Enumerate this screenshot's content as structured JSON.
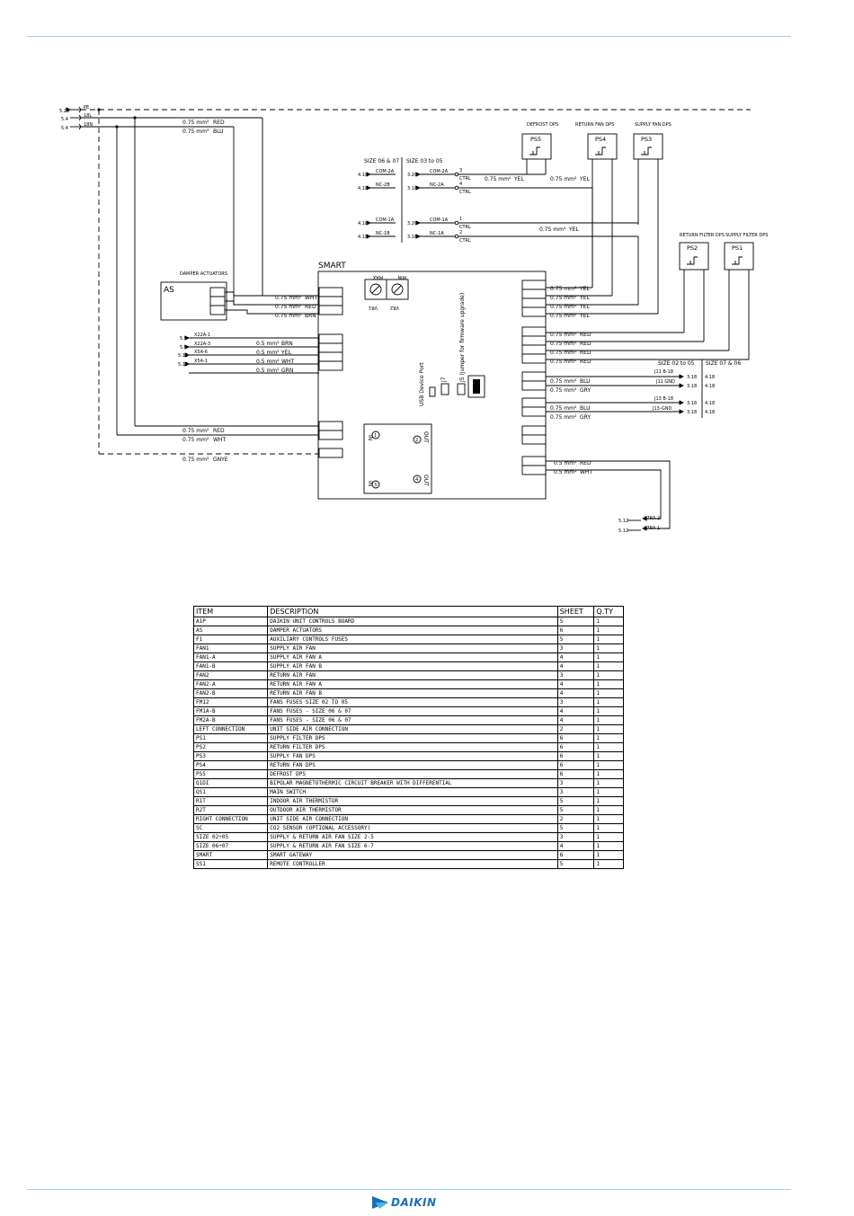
{
  "diagram": {
    "supply_labels": [
      {
        "ref": "5.20",
        "wire": "PE"
      },
      {
        "ref": "5.4",
        "wire": "18L"
      },
      {
        "ref": "5.4",
        "wire": "18N"
      }
    ],
    "top_wires": [
      {
        "size": "0.75 mm²",
        "color": "RED"
      },
      {
        "size": "0.75 mm²",
        "color": "BLU"
      }
    ],
    "dps": [
      {
        "header": "DEFROST DPS",
        "tag": "PS5"
      },
      {
        "header": "RETURN FAN DPS",
        "tag": "PS4"
      },
      {
        "header": "SUPPLY FAN DPS",
        "tag": "PS3"
      },
      {
        "header": "RETURN FILTER DPS",
        "tag": "PS2"
      },
      {
        "header": "SUPPLY FILTER DPS",
        "tag": "PS1"
      }
    ],
    "size_header_left": "SIZE 06 & 07",
    "size_header_right": "SIZE 03 to 05",
    "ctrl_rows": [
      {
        "ref_l": "4.18",
        "name_l": "COM-2A",
        "ref_r": "3.20",
        "name_r": "COM-2A",
        "pin": "3",
        "ctrl": "CTRL"
      },
      {
        "ref_l": "4.18",
        "name_l": "NC-2B",
        "ref_r": "3.18",
        "name_r": "NC-2A",
        "pin": "4",
        "ctrl": "CTRL"
      },
      {
        "ref_l": "4.18",
        "name_l": "COM-1A",
        "ref_r": "3.20",
        "name_r": "COM-1A",
        "pin": "1",
        "ctrl": "CTRL"
      },
      {
        "ref_l": "4.18",
        "name_l": "NC-1B",
        "ref_r": "3.18",
        "name_r": "NC-1A",
        "pin": "2",
        "ctrl": "CTRL"
      }
    ],
    "ctrl_wires": [
      {
        "size": "0.75 mm²",
        "color": "YEL"
      },
      {
        "size": "0.75 mm²",
        "color": "YEL"
      },
      {
        "size": "0.75 mm²",
        "color": "YEL"
      }
    ],
    "damper_title": "DAMPER ACTUATORS",
    "as_label": "AS",
    "as_wires": [
      {
        "size": "0.75 mm²",
        "color": "WHT"
      },
      {
        "size": "0.75 mm²",
        "color": "RED"
      },
      {
        "size": "0.75 mm²",
        "color": "BRN"
      }
    ],
    "smart_label": "SMART",
    "vr1_label": "VR1",
    "vr2_label": "VR2",
    "max_label": "MAX",
    "min_label": "MIN",
    "usb_label": "USB Device Port",
    "j7_label": "J7",
    "j5_label": "J5 (Jumper for firmware upgrade)",
    "x_rows": [
      {
        "ref": "5.9",
        "name": "X22A-1",
        "size": "",
        "color": ""
      },
      {
        "ref": "5.9",
        "name": "X22A-3",
        "size": "0.5 mm²",
        "color": "BRN"
      },
      {
        "ref": "5.15",
        "name": "X5A-6",
        "size": "0.5 mm²",
        "color": "YEL"
      },
      {
        "ref": "5.15",
        "name": "X5A-1",
        "size": "0.5 mm²",
        "color": "WHT"
      },
      {
        "ref": "",
        "name": "",
        "size": "0.5 mm²",
        "color": "GRN"
      }
    ],
    "bottom_wires": [
      {
        "size": "0.75 mm²",
        "color": "RED"
      },
      {
        "size": "0.75 mm²",
        "color": "WHT"
      },
      {
        "size": "0.75 mm²",
        "color": "GNYE"
      }
    ],
    "io": {
      "in": "IN",
      "out": "OUT",
      "c1": "1",
      "c2": "2",
      "c3": "3",
      "c4": "4"
    },
    "right_wires": [
      {
        "size": "0.75 mm²",
        "color": "YEL"
      },
      {
        "size": "0.75 mm²",
        "color": "YEL"
      },
      {
        "size": "0.75 mm²",
        "color": "YEL"
      },
      {
        "size": "0.75 mm²",
        "color": "YEL"
      },
      {
        "size": "0.75 mm²",
        "color": "RED"
      },
      {
        "size": "0.75 mm²",
        "color": "RED"
      },
      {
        "size": "0.75 mm²",
        "color": "RED"
      },
      {
        "size": "0.75 mm²",
        "color": "RED"
      },
      {
        "size": "0.75 mm²",
        "color": "BLU"
      },
      {
        "size": "0.75 mm²",
        "color": "GRY"
      },
      {
        "size": "0.75 mm²",
        "color": "BLU"
      },
      {
        "size": "0.75 mm²",
        "color": "GRY"
      },
      {
        "size": "0.5 mm²",
        "color": "RED"
      },
      {
        "size": "0.5 mm²",
        "color": "WHT"
      }
    ],
    "size_right_a": "SIZE 02 to 05",
    "size_right_b": "SIZE 07 & 06",
    "j_rows": [
      {
        "name": "J11 B-18",
        "ref_a": "3.18",
        "ref_b": "4.18"
      },
      {
        "name": "J11 GND",
        "ref_a": "3.18",
        "ref_b": "4.18"
      },
      {
        "name": "J13 B-18",
        "ref_a": "3.18",
        "ref_b": "4.18"
      },
      {
        "name": "J13-GND",
        "ref_a": "3.18",
        "ref_b": "4.18"
      }
    ],
    "xtra_rows": [
      {
        "ref": "5.12",
        "name": "X7RA-2"
      },
      {
        "ref": "5.12",
        "name": "X7RA-1"
      }
    ]
  },
  "legend": {
    "headers": [
      "ITEM",
      "DESCRIPTION",
      "SHEET",
      "Q.TY"
    ],
    "rows": [
      [
        "A1P",
        "DAIKIN UNIT CONTROLS BOARD",
        "5",
        "1"
      ],
      [
        "AS",
        "DAMPER ACTUATORS",
        "6",
        "1"
      ],
      [
        "F1",
        "AUXILIARY CONTROLS FUSES",
        "5",
        "1"
      ],
      [
        "FAN1",
        "SUPPLY AIR FAN",
        "3",
        "1"
      ],
      [
        "FAN1-A",
        "SUPPLY AIR FAN A",
        "4",
        "1"
      ],
      [
        "FAN1-B",
        "SUPPLY AIR FAN B",
        "4",
        "1"
      ],
      [
        "FAN2",
        "RETURN AIR FAN",
        "3",
        "1"
      ],
      [
        "FAN2-A",
        "RETURN AIR FAN A",
        "4",
        "1"
      ],
      [
        "FAN2-B",
        "RETURN AIR FAN B",
        "4",
        "1"
      ],
      [
        "FM12",
        "FANS FUSES SIZE 02 TO 05",
        "3",
        "1"
      ],
      [
        "FM1A-B",
        "FANS FUSES - SIZE 06 & 07",
        "4",
        "1"
      ],
      [
        "FM2A-B",
        "FANS FUSES - SIZE 06 & 07",
        "4",
        "1"
      ],
      [
        "LEFT CONNECTION",
        "UNIT SIDE AIR CONNECTION",
        "2",
        "1"
      ],
      [
        "PS1",
        "SUPPLY FILTER DPS",
        "6",
        "1"
      ],
      [
        "PS2",
        "RETURN FILTER DPS",
        "6",
        "1"
      ],
      [
        "PS3",
        "SUPPLY FAN DPS",
        "6",
        "1"
      ],
      [
        "PS4",
        "RETURN FAN DPS",
        "6",
        "1"
      ],
      [
        "PS5",
        "DEFROST DPS",
        "6",
        "1"
      ],
      [
        "Q1DI",
        "BIPOLAR MAGNETOTHERMIC CIRCUIT BREAKER WITH DIFFERENTIAL",
        "3",
        "1"
      ],
      [
        "QS1",
        "MAIN SWITCH",
        "3",
        "1"
      ],
      [
        "R1T",
        "INDOOR AIR THERMISTOR",
        "5",
        "1"
      ],
      [
        "R2T",
        "OUTDOOR AIR THERMISTOR",
        "5",
        "1"
      ],
      [
        "RIGHT CONNECTION",
        "UNIT SIDE AIR CONNECTION",
        "2",
        "1"
      ],
      [
        "SC",
        "CO2 SENSOR (OPTIONAL ACCESSORY)",
        "5",
        "1"
      ],
      [
        "SIZE 02÷05",
        "SUPPLY & RETURN AIR FAN SIZE 2-5",
        "3",
        "1"
      ],
      [
        "SIZE 06÷07",
        "SUPPLY & RETURN AIR FAN SIZE 6-7",
        "4",
        "1"
      ],
      [
        "SMART",
        "SMART GATEWAY",
        "6",
        "1"
      ],
      [
        "SS1",
        "REMOTE CONTROLLER",
        "5",
        "1"
      ]
    ]
  },
  "footer": {
    "brand": "DAIKIN"
  },
  "colors": {
    "rule": "#9fd3e6",
    "brand": "#1a6fb7"
  }
}
